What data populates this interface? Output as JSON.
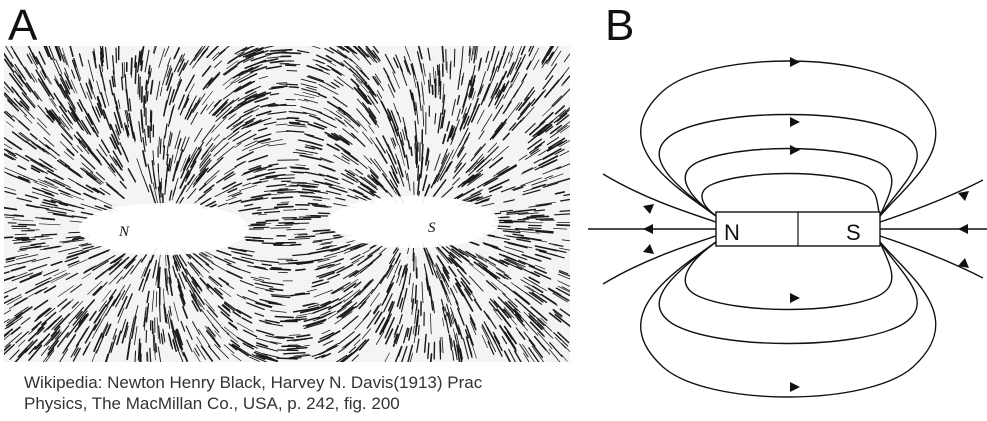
{
  "panels": {
    "a": {
      "label": "A"
    },
    "b": {
      "label": "B"
    }
  },
  "caption": {
    "line1": "Wikipedia: Newton Henry Black, Harvey N. Davis(1913) Prac",
    "line2": "Physics, The MacMillan Co., USA, p. 242, fig. 200"
  },
  "photo": {
    "north_label": "N",
    "south_label": "S"
  },
  "magnet": {
    "north_label": "N",
    "south_label": "S"
  }
}
